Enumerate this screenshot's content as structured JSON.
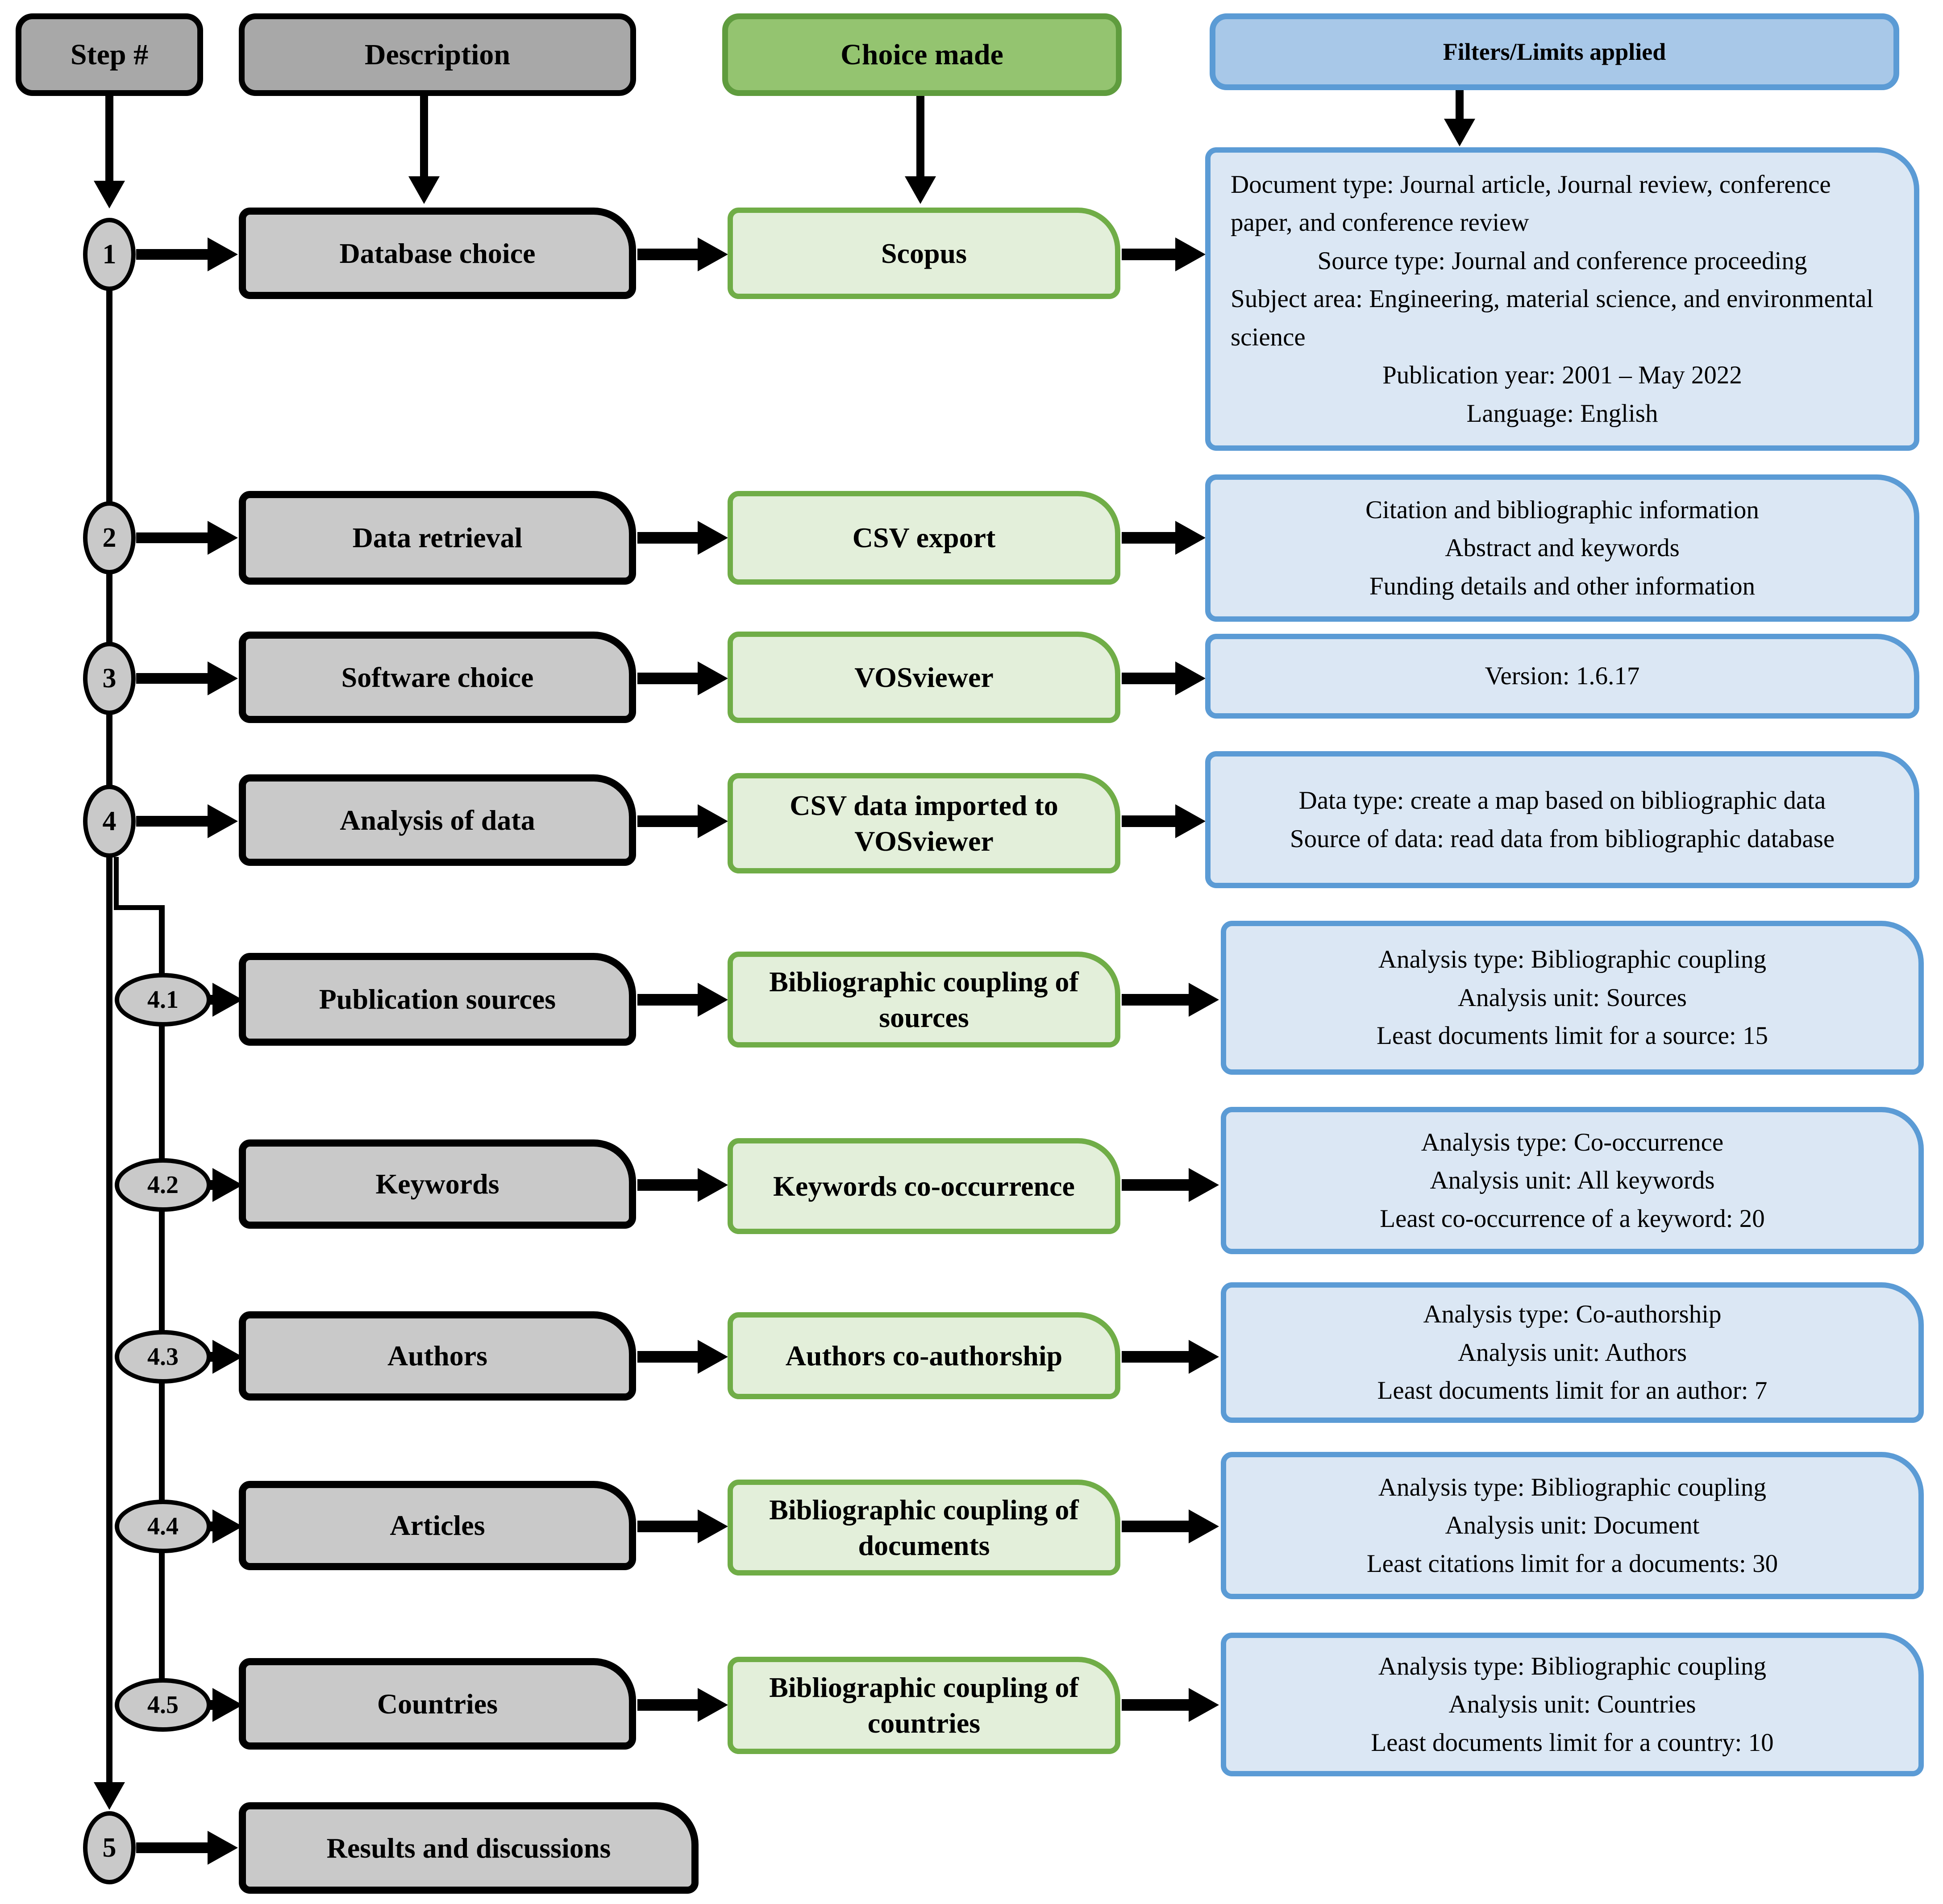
{
  "headers": {
    "step": "Step #",
    "description": "Description",
    "choice": "Choice made",
    "filters": "Filters/Limits applied"
  },
  "rows": [
    {
      "id": "1",
      "description": "Database choice",
      "choice": "Scopus",
      "filters": [
        "Document type: Journal article, Journal review, conference paper, and conference review",
        "Source type: Journal and conference proceeding",
        "Subject area: Engineering, material science, and environmental science",
        "Publication year: 2001 – May 2022",
        "Language: English"
      ]
    },
    {
      "id": "2",
      "description": "Data retrieval",
      "choice": "CSV export",
      "filters": [
        "Citation and bibliographic information",
        "Abstract and keywords",
        "Funding details and other information"
      ]
    },
    {
      "id": "3",
      "description": "Software choice",
      "choice": "VOSviewer",
      "filters": [
        "Version: 1.6.17"
      ]
    },
    {
      "id": "4",
      "description": "Analysis of data",
      "choice": "CSV data imported to VOSviewer",
      "filters": [
        "Data type: create a map based on bibliographic data",
        "Source of data: read data from bibliographic database"
      ]
    },
    {
      "id": "4.1",
      "description": "Publication sources",
      "choice": "Bibliographic coupling of sources",
      "filters": [
        "Analysis type: Bibliographic coupling",
        "Analysis unit: Sources",
        "Least documents limit for a source: 15"
      ]
    },
    {
      "id": "4.2",
      "description": "Keywords",
      "choice": "Keywords co-occurrence",
      "filters": [
        "Analysis type: Co-occurrence",
        "Analysis unit: All keywords",
        "Least co-occurrence of a keyword: 20"
      ]
    },
    {
      "id": "4.3",
      "description": "Authors",
      "choice": "Authors co-authorship",
      "filters": [
        "Analysis type: Co-authorship",
        "Analysis unit: Authors",
        "Least documents limit for an author: 7"
      ]
    },
    {
      "id": "4.4",
      "description": "Articles",
      "choice": "Bibliographic coupling of documents",
      "filters": [
        "Analysis type: Bibliographic coupling",
        "Analysis unit: Document",
        "Least citations limit for a documents: 30"
      ]
    },
    {
      "id": "4.5",
      "description": "Countries",
      "choice": "Bibliographic coupling of countries",
      "filters": [
        "Analysis type: Bibliographic coupling",
        "Analysis unit: Countries",
        "Least documents limit for a country: 10"
      ]
    },
    {
      "id": "5",
      "description": "Results and discussions"
    }
  ],
  "colors": {
    "gray-header-fill": "#a8a8a8",
    "gray-fill": "#c9c9c9",
    "green-header-fill": "#94c470",
    "green-header-border": "#5f9c3e",
    "green-fill": "#e3efda",
    "green-border": "#70ad47",
    "blue-header-fill": "#a8c8e8",
    "blue-border": "#5b9bd5",
    "blue-fill": "#dbe7f4"
  }
}
